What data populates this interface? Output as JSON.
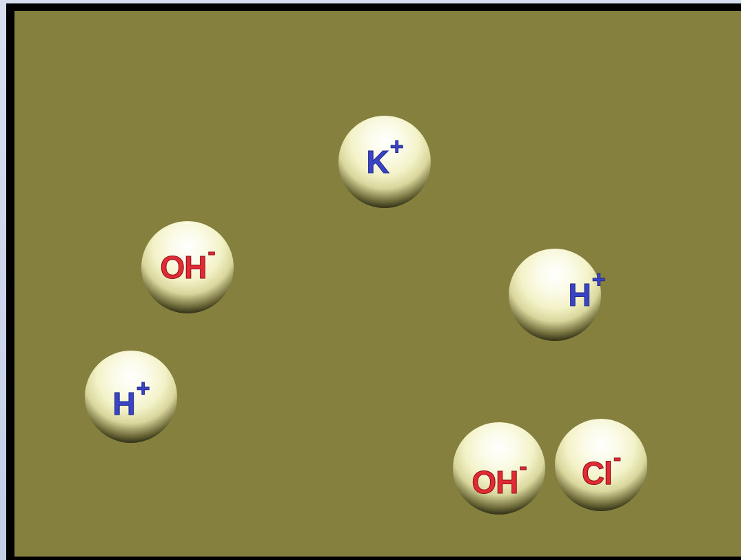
{
  "scene": {
    "background_color": "#86803e",
    "ions": [
      {
        "id": "k-plus",
        "symbol": "K",
        "charge": "+",
        "type": "cation",
        "color": "#3943c6"
      },
      {
        "id": "oh-minus-1",
        "symbol": "OH",
        "charge": "-",
        "type": "anion",
        "color": "#e02a34"
      },
      {
        "id": "h-plus-1",
        "symbol": "H",
        "charge": "+",
        "type": "cation",
        "color": "#3943c6"
      },
      {
        "id": "h-plus-2",
        "symbol": "H",
        "charge": "+",
        "type": "cation",
        "color": "#3943c6"
      },
      {
        "id": "oh-minus-2",
        "symbol": "OH",
        "charge": "-",
        "type": "anion",
        "color": "#e02a34"
      },
      {
        "id": "cl-minus",
        "symbol": "Cl",
        "charge": "-",
        "type": "anion",
        "color": "#e02a34"
      }
    ]
  }
}
